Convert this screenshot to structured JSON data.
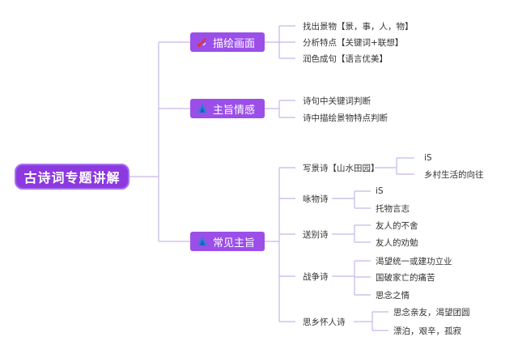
{
  "root": {
    "label": "古诗词专题讲解"
  },
  "branches": [
    {
      "label": "描绘画面",
      "icon": "paint-brush-icon",
      "children": [
        "找出景物【景，事，人，物】",
        "分析特点【关键词+联想】",
        "润色成句【语言优美】"
      ]
    },
    {
      "label": "主旨情感",
      "icon": "blue-triangle-icon",
      "children": [
        "诗句中关键词判断",
        "诗中描绘景物特点判断"
      ]
    },
    {
      "label": "常见主旨",
      "icon": "blue-triangle-icon",
      "children": [
        {
          "label": "写景诗【山水田园】",
          "children": [
            "iS",
            "乡村生活的向往"
          ]
        },
        {
          "label": "咏物诗",
          "children": [
            "iS",
            "托物言志"
          ]
        },
        {
          "label": "送别诗",
          "children": [
            "友人的不舍",
            "友人的劝勉"
          ]
        },
        {
          "label": "战争诗",
          "children": [
            "渴望统一或建功立业",
            "国破家亡的痛苦",
            "思念之情"
          ]
        },
        {
          "label": "思乡怀人诗",
          "children": [
            "思念亲友，渴望团圆",
            "漂泊，艰辛，孤寂"
          ]
        }
      ]
    }
  ],
  "colors": {
    "root_fill": "#8c39df",
    "branch_fill": "#9b4fe8",
    "connector": "#c6b8e6",
    "icon_blue": "#2a7fd8",
    "icon_red": "#e0352b"
  }
}
